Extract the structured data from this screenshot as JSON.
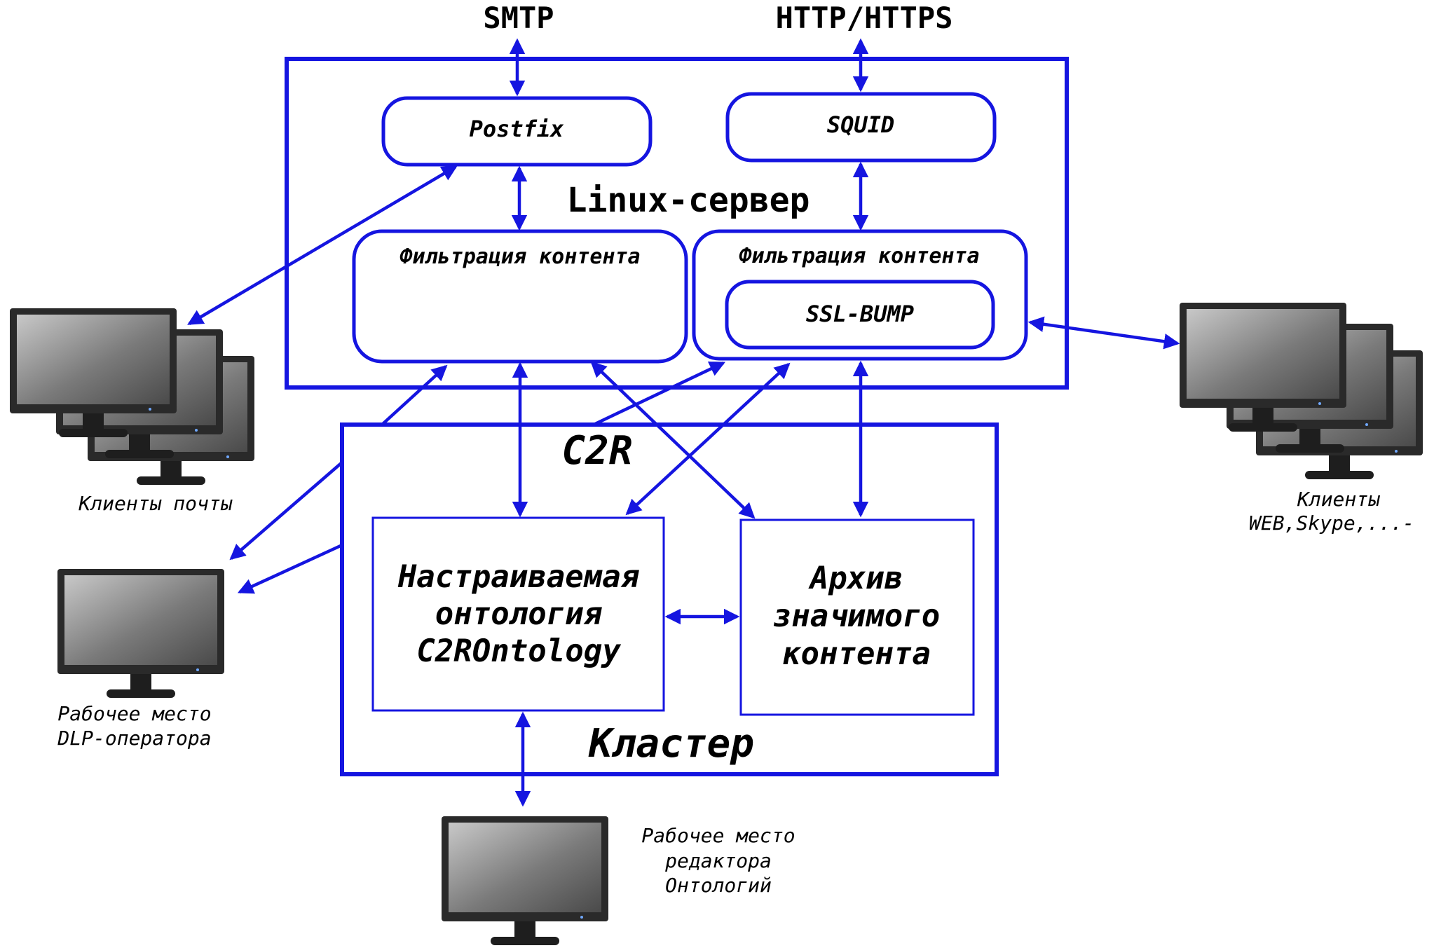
{
  "colors": {
    "accent": "#1515e0",
    "text": "#000000",
    "monitor_bezel": "#2a2a2a",
    "monitor_screen": "#6e6e6e"
  },
  "protocols": {
    "smtp": "SMTP",
    "http": "HTTP/HTTPS"
  },
  "linux_server": {
    "title": "Linux-сервер",
    "postfix": "Postfix",
    "squid": "SQUID",
    "filter_left": "Фильтрация контента",
    "filter_right": "Фильтрация контента",
    "ssl_bump": "SSL-BUMP"
  },
  "cluster": {
    "c2r": "C2R",
    "title": "Кластер",
    "ontology_lines": [
      "Настраиваемая",
      "онтология",
      "C2ROntology"
    ],
    "archive_lines": [
      "Архив",
      "значимого",
      "контента"
    ]
  },
  "clients": {
    "mail": "Клиенты почты",
    "web_lines": [
      "Клиенты",
      "WEB,Skype,...-"
    ],
    "dlp_lines": [
      "Рабочее место",
      "DLP-оператора"
    ],
    "editor_lines": [
      "Рабочее место",
      "редактора",
      "Онтологий"
    ]
  },
  "icons": [
    "monitor-icon"
  ]
}
